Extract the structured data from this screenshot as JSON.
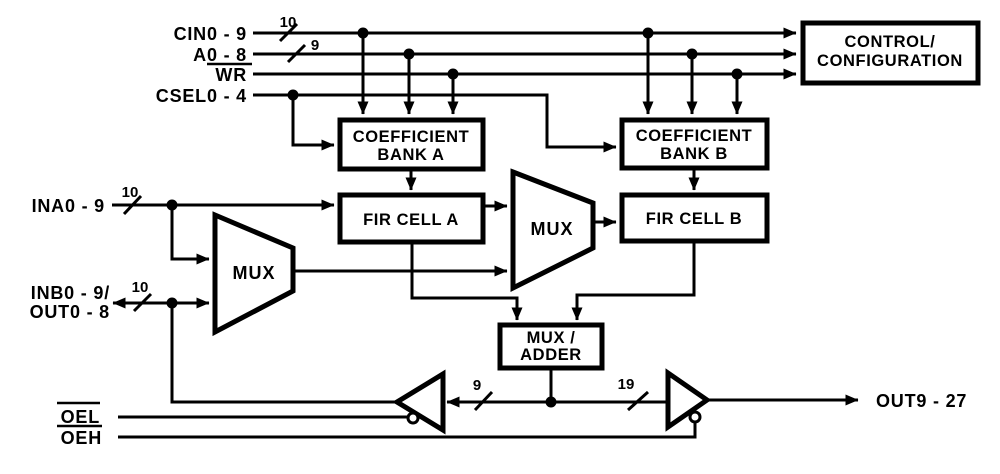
{
  "pins": {
    "cin": {
      "name": "CIN0 - 9",
      "width": "10"
    },
    "addr": {
      "prefix": "A",
      "suffix": "0 - 8",
      "width": "9"
    },
    "wr": {
      "name": "WR"
    },
    "csel": {
      "name": "CSEL0 - 4"
    },
    "ina": {
      "name": "INA0 - 9",
      "width": "10"
    },
    "inb_out": {
      "line1": "INB0 - 9/",
      "line2": "OUT0 - 8",
      "width": "10"
    },
    "oel": {
      "name": "OEL"
    },
    "oeh": {
      "name": "OEH"
    },
    "out_high": {
      "name": "OUT9 - 27"
    }
  },
  "buses": {
    "result_low_width": "9",
    "result_high_width": "19"
  },
  "blocks": {
    "control": {
      "line1": "CONTROL/",
      "line2": "CONFIGURATION"
    },
    "coeff_bank_a": {
      "line1": "COEFFICIENT",
      "line2": "BANK A"
    },
    "coeff_bank_b": {
      "line1": "COEFFICIENT",
      "line2": "BANK B"
    },
    "fir_cell_a": {
      "name": "FIR CELL A"
    },
    "fir_cell_b": {
      "name": "FIR CELL B"
    },
    "input_mux": {
      "name": "MUX"
    },
    "cascade_mux": {
      "name": "MUX"
    },
    "mux_adder": {
      "line1": "MUX /",
      "line2": "ADDER"
    }
  },
  "colors": {
    "stroke": "#000000",
    "background": "#ffffff"
  }
}
